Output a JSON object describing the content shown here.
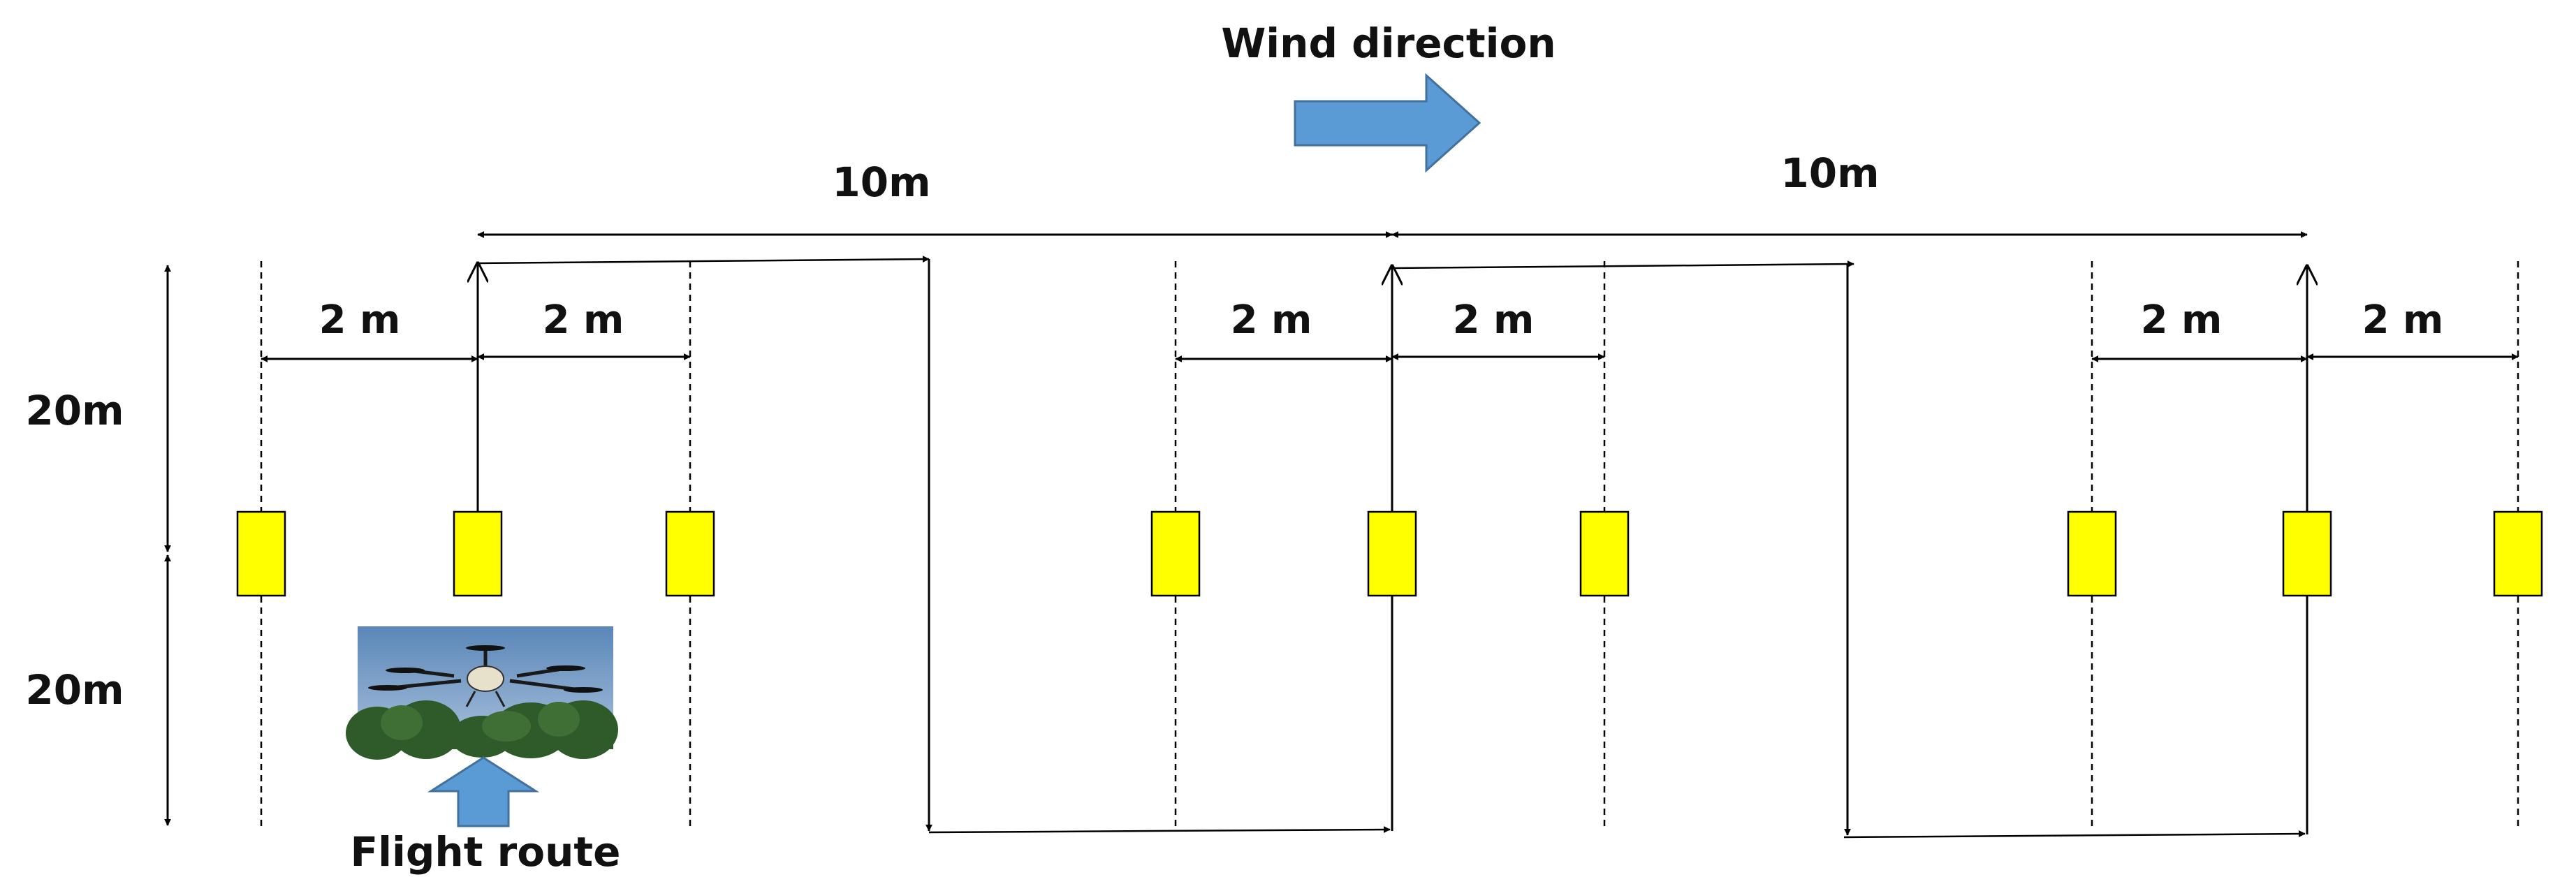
{
  "wind": {
    "label": "Wind direction"
  },
  "spans": {
    "left_10m": "10m",
    "right_10m": "10m"
  },
  "gaps": [
    "2 m",
    "2 m",
    "2 m",
    "2 m",
    "2 m",
    "2 m"
  ],
  "heights": {
    "upper": "20m",
    "lower": "20m"
  },
  "flight": {
    "label": "Flight route"
  },
  "colors": {
    "collector": "#ffff00",
    "arrow_fill": "#5b9bd5",
    "arrow_stroke": "#41719c",
    "line": "#000000"
  },
  "icons": {
    "drone": "drone-photo"
  }
}
